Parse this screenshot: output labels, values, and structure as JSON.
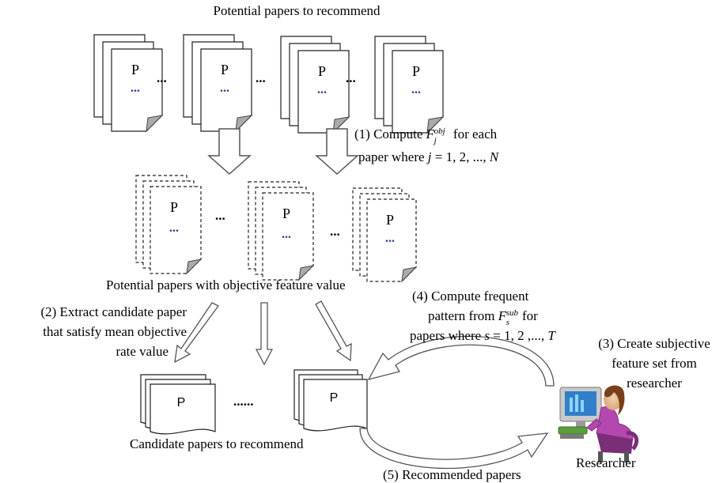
{
  "top_title": "Potential papers to recommend",
  "doc_letter": "P",
  "doc_dots": "...",
  "gap_dots": "...",
  "gap_dots_long": "......",
  "step1": {
    "prefix": "(1) Compute ",
    "symbol": "F",
    "sup": "obj",
    "sub": "j",
    "suffix": " for each",
    "line2_prefix": "paper where ",
    "line2_var": "j",
    "line2_mid": " = 1, 2, ..., ",
    "line2_end": "N"
  },
  "middle_caption": "Potential papers with objective feature value",
  "step2": {
    "lines": [
      "(2) Extract candidate paper",
      "that satisfy mean objective",
      "rate value"
    ]
  },
  "step4": {
    "line1": "(4) Compute frequent",
    "line2_prefix": "pattern from ",
    "symbol": "F",
    "sup": "sub",
    "sub": "s",
    "line2_suffix": " for",
    "line3_prefix": "papers where ",
    "line3_var": "s",
    "line3_mid": " = 1, 2 ,..., ",
    "line3_end": "T"
  },
  "step3": {
    "lines": [
      "(3) Create subjective",
      "feature set from",
      "researcher"
    ]
  },
  "candidate_caption": "Candidate papers to recommend",
  "researcher_caption": "Researcher",
  "step5": "(5) Recommended papers"
}
